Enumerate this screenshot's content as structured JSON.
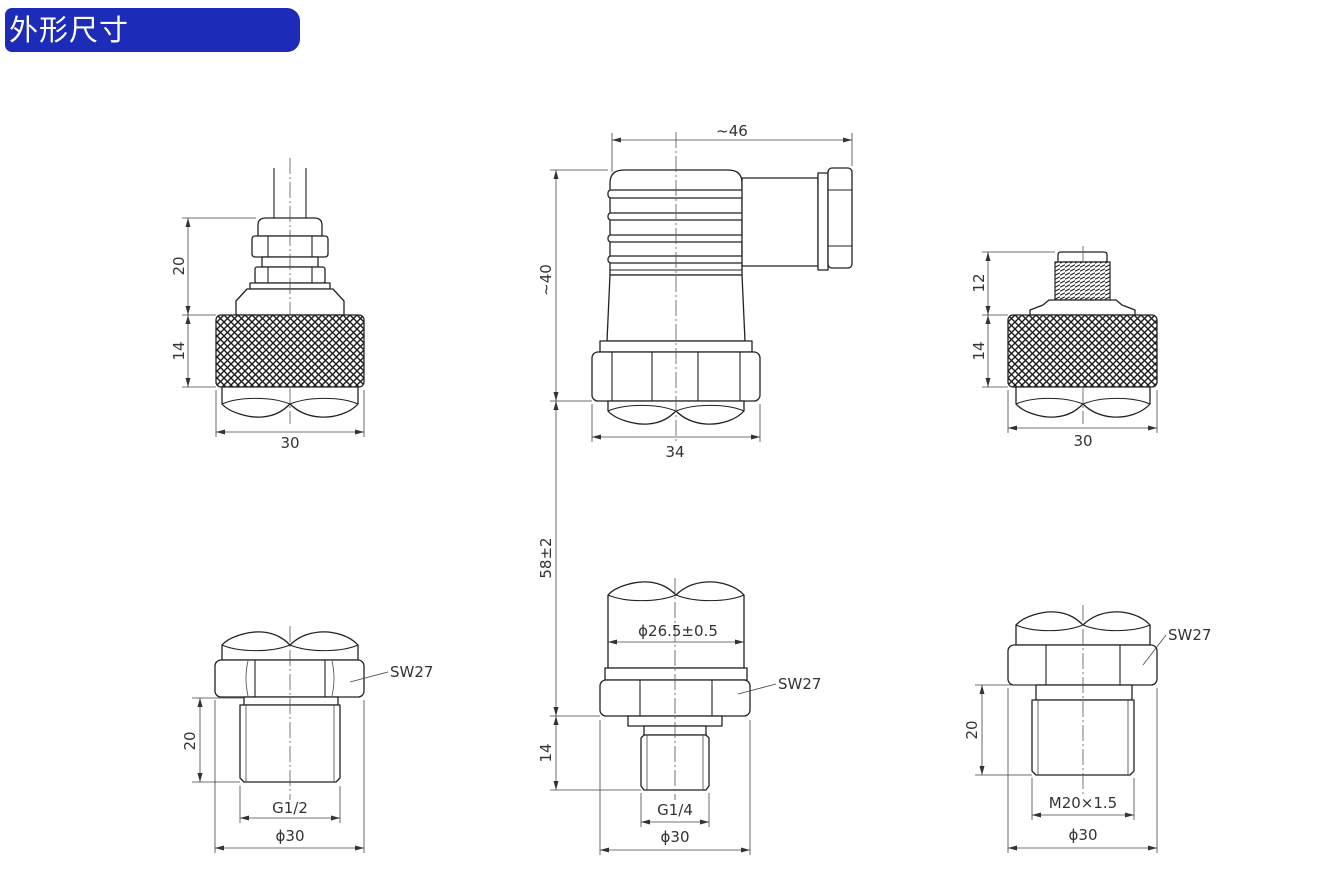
{
  "header": {
    "title": "外形尺寸",
    "background": "#1c2bb8"
  },
  "views": {
    "cable_gland": {
      "height_upper": "20",
      "height_knurl": "14",
      "width": "30"
    },
    "din_connector": {
      "width_connector": "~46",
      "height_connector": "~40",
      "width_nut": "34",
      "total_length": "58±2"
    },
    "m12_connector": {
      "height_connector": "12",
      "height_knurl": "14",
      "width": "30"
    },
    "g12_process_connection": {
      "wrench_size": "SW27",
      "thread_length": "20",
      "thread": "G1/2",
      "diameter": "ϕ30"
    },
    "g14_process_connection": {
      "body_diameter": "ϕ26.5±0.5",
      "wrench_size": "SW27",
      "thread_length": "14",
      "thread": "G1/4",
      "diameter": "ϕ30"
    },
    "m20_process_connection": {
      "wrench_size": "SW27",
      "thread_length": "20",
      "thread": "M20×1.5",
      "diameter": "ϕ30"
    }
  }
}
